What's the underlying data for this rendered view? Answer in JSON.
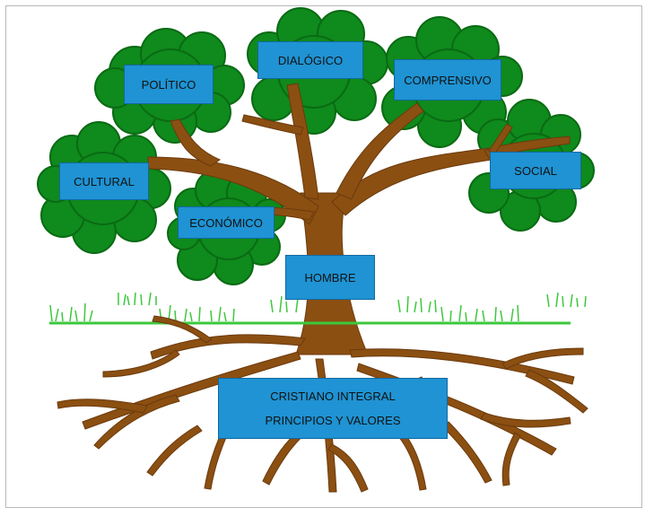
{
  "diagram": {
    "labels": {
      "politico": "POLÍTICO",
      "dialogico": "DIALÓGICO",
      "comprensivo": "COMPRENSIVO",
      "cultural": "CULTURAL",
      "social": "SOCIAL",
      "economico": "ECONÓMICO",
      "hombre": "HOMBRE",
      "root_line1": "CRISTIANO INTEGRAL",
      "root_line2": "PRINCIPIOS Y VALORES"
    },
    "colors": {
      "trunk": "#8b4f12",
      "foliage": "#0f8a1c",
      "foliage_edge": "#0a6a14",
      "box": "#1f93d3",
      "box_border": "#1268a1",
      "grass": "#3cc83c"
    }
  }
}
